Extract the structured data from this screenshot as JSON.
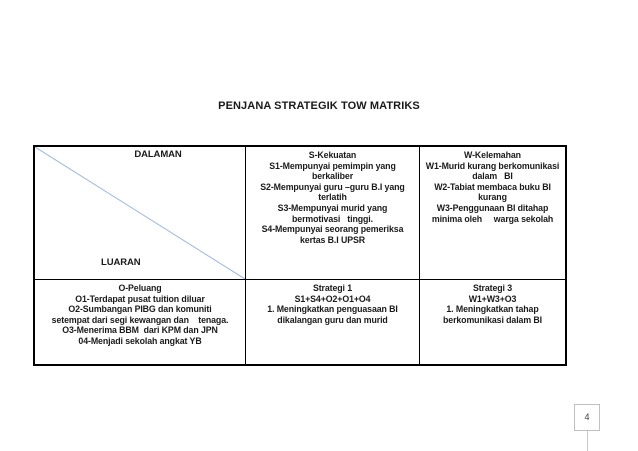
{
  "document": {
    "title": "PENJANA STRATEGIK TOW MATRIKS",
    "page_number": "4"
  },
  "matrix": {
    "corner": {
      "internal_label": "DALAMAN",
      "external_label": "LUARAN"
    },
    "strengths": "S-Kekuatan\nS1-Mempunyai pemimpin yang\nberkaliber\nS2-Mempunyai guru –guru B.I yang\nterlatih\nS3-Mempunyai murid yang\nbermotivasi   tinggi.\nS4-Mempunyai seorang pemeriksa\nkertas B.I UPSR",
    "weaknesses": "W-Kelemahan\nW1-Murid kurang berkomunikasi\ndalam   BI\nW2-Tabiat membaca buku BI\nkurang\nW3-Penggunaan BI ditahap\nminima oleh     warga sekolah",
    "opportunities": "O-Peluang\nO1-Terdapat pusat tuition diluar\nO2-Sumbangan PIBG dan komuniti\nsetempat dari segi kewangan dan    tenaga.\nO3-Menerima BBM  dari KPM dan JPN\n04-Menjadi sekolah angkat YB",
    "strategy_so": "Strategi 1\nS1+S4+O2+O1+O4\n1. Meningkatkan penguasaan BI\ndikalangan guru dan murid",
    "strategy_wo": "Strategi 3\nW1+W3+O3\n1. Meningkatkan tahap\nberkomunikasi dalam BI"
  },
  "colors": {
    "diagonal_line": "#9cb6dd",
    "table_border": "#000000",
    "text": "#1a1a1a",
    "page_box_border": "#c0c0c0"
  }
}
